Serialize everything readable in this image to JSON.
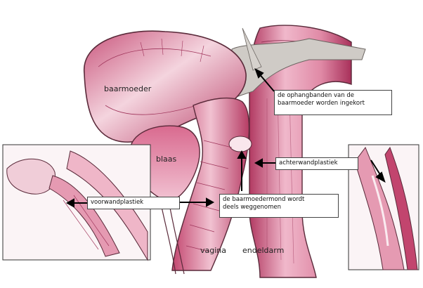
{
  "labels": {
    "baarmoeder": "baarmoeder",
    "blaas": "blaas",
    "vagina": "vagina",
    "endeldarm": "endeldarm"
  },
  "callouts": {
    "ophangbanden": [
      "de ophangbanden van de",
      "baarmoeder worden ingekort"
    ],
    "achterwandplastiek": "achterwandplastiek",
    "voorwandplastiek": "voorwandplastiek",
    "baarmoedermond": [
      "de baarmoedermond wordt",
      "deels weggenomen"
    ]
  },
  "colors": {
    "tissue_light": "#f3c9d6",
    "tissue_mid": "#e59ab2",
    "tissue_dark": "#c2456e",
    "outline": "#5a2a3a",
    "ligament_grey": "#c9c6c2"
  }
}
